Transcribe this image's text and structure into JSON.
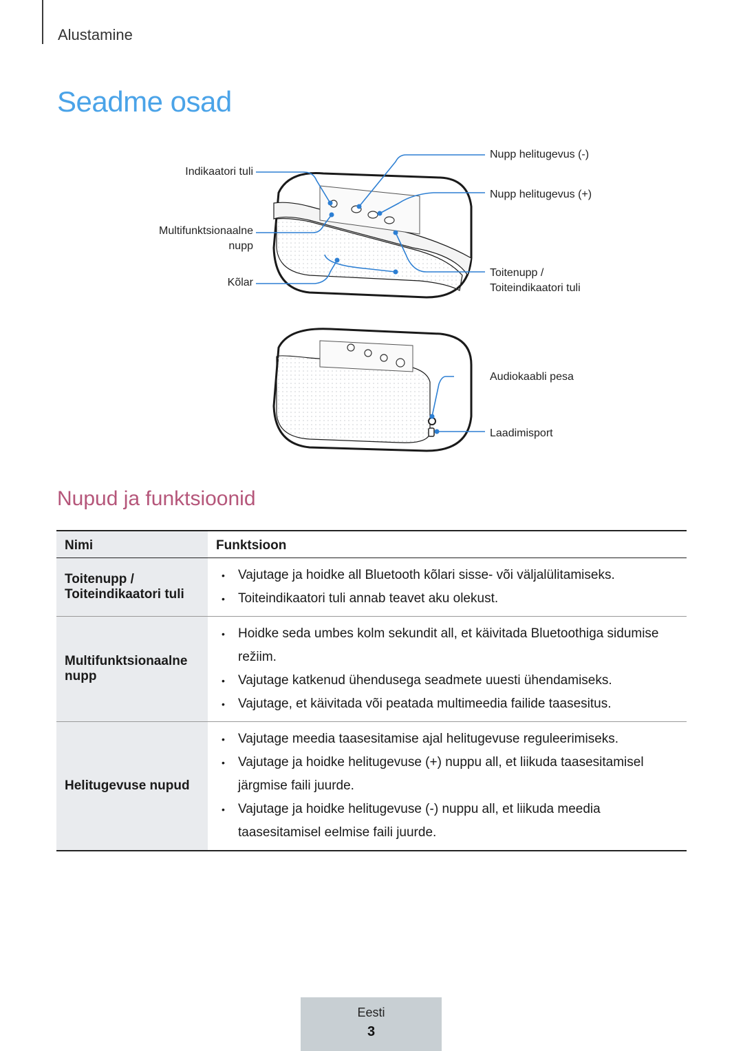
{
  "header": {
    "section": "Alustamine"
  },
  "page": {
    "title": "Seadme osad",
    "subtitle": "Nupud ja funktsioonid"
  },
  "diagram": {
    "labels": {
      "indicator": "Indikaatori tuli",
      "multi_line1": "Multifunktsionaalne",
      "multi_line2": "nupp",
      "speaker": "Kõlar",
      "vol_minus": "Nupp helitugevus (-)",
      "vol_plus": "Nupp helitugevus (+)",
      "power_line1": "Toitenupp /",
      "power_line2": "Toiteindikaatori tuli",
      "audio_jack": "Audiokaabli pesa",
      "charging_port": "Laadimisport"
    },
    "accent_color": "#2d7fd3"
  },
  "table": {
    "headers": {
      "name": "Nimi",
      "function": "Funktsioon"
    },
    "rows": [
      {
        "name_line1": "Toitenupp /",
        "name_line2": "Toiteindikaatori tuli",
        "items": [
          "Vajutage ja hoidke all Bluetooth kõlari sisse- või väljalülitamiseks.",
          "Toiteindikaatori tuli annab teavet aku olekust."
        ]
      },
      {
        "name_line1": "Multifunktsionaalne",
        "name_line2": "nupp",
        "items": [
          "Hoidke seda umbes kolm sekundit all, et käivitada Bluetoothiga sidumise režiim.",
          "Vajutage katkenud ühendusega seadmete uuesti ühendamiseks.",
          "Vajutage, et käivitada või peatada multimeedia failide taasesitus."
        ]
      },
      {
        "name_line1": "Helitugevuse nupud",
        "items": [
          "Vajutage meedia taasesitamise ajal helitugevuse reguleerimiseks.",
          "Vajutage ja hoidke helitugevuse (+) nuppu all, et liikuda taasesitamisel järgmise faili juurde.",
          "Vajutage ja hoidke helitugevuse (-) nuppu all, et liikuda meedia taasesitamisel eelmise faili juurde."
        ]
      }
    ]
  },
  "footer": {
    "language": "Eesti",
    "page_number": "3"
  }
}
